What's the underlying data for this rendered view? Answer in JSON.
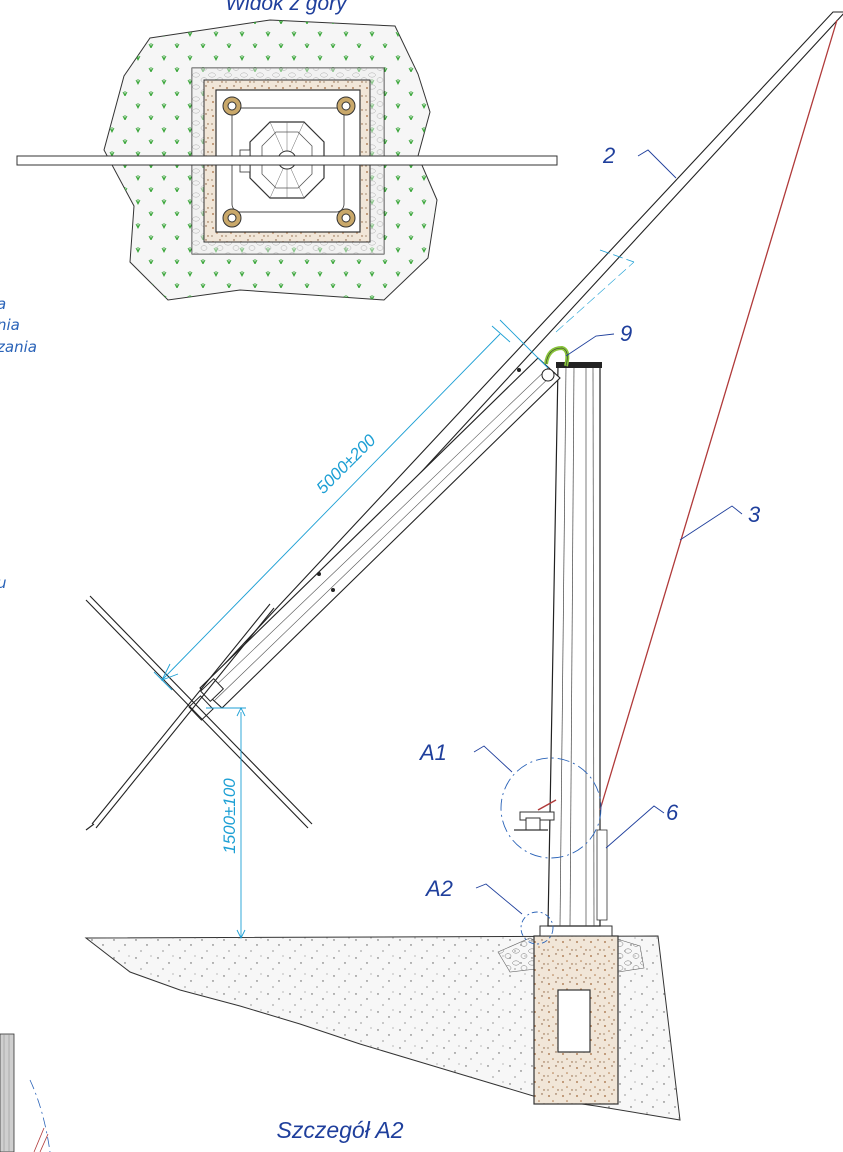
{
  "views": {
    "top_view_title": "Widok z góry",
    "detail_title": "Szczegół A2"
  },
  "callouts": {
    "c2": "2",
    "c3": "3",
    "c6": "6",
    "c9": "9",
    "a1": "A1",
    "a2": "A2"
  },
  "dimensions": {
    "boom_length": "5000±200",
    "height": "1500±100"
  },
  "left_margin_fragments": [
    "a",
    "nia",
    "zania",
    "u"
  ],
  "colors": {
    "callout_text": "#1f3f9c",
    "dimension": "#1c9fd4",
    "guy_wire": "#b03a3a",
    "grass": "#3aa63a",
    "concrete": "#e8d8c4",
    "ground_fill": "#f4f4f4"
  }
}
